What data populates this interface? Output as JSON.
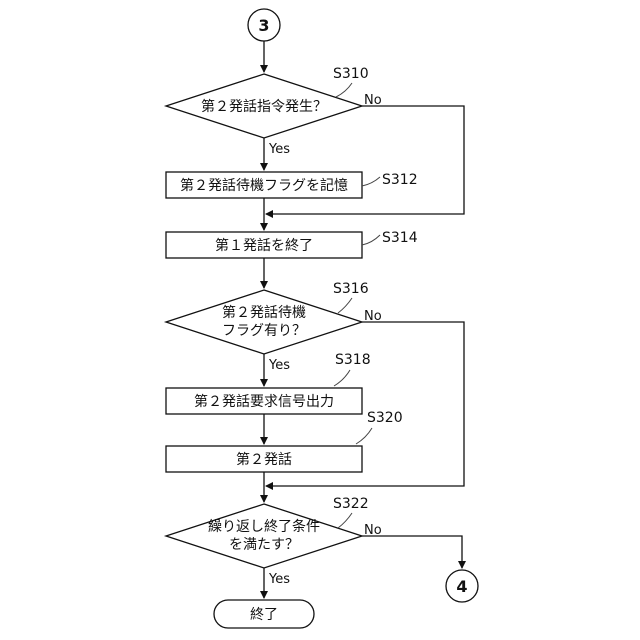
{
  "connectors": {
    "top": "3",
    "bottom": "4"
  },
  "decisions": {
    "s310": {
      "step": "S310",
      "line1": "第２発話指令発生？",
      "no": "No",
      "yes": "Yes"
    },
    "s316": {
      "step": "S316",
      "line1": "第２発話待機",
      "line2": "フラグ有り？",
      "no": "No",
      "yes": "Yes"
    },
    "s322": {
      "step": "S322",
      "line1": "繰り返し終了条件",
      "line2": "を満たす？",
      "no": "No",
      "yes": "Yes"
    }
  },
  "processes": {
    "s312": {
      "step": "S312",
      "label": "第２発話待機フラグを記憶"
    },
    "s314": {
      "step": "S314",
      "label": "第１発話を終了"
    },
    "s318": {
      "step": "S318",
      "label": "第２発話要求信号出力"
    },
    "s320": {
      "step": "S320",
      "label": "第２発話"
    }
  },
  "terminal": {
    "label": "終了"
  }
}
